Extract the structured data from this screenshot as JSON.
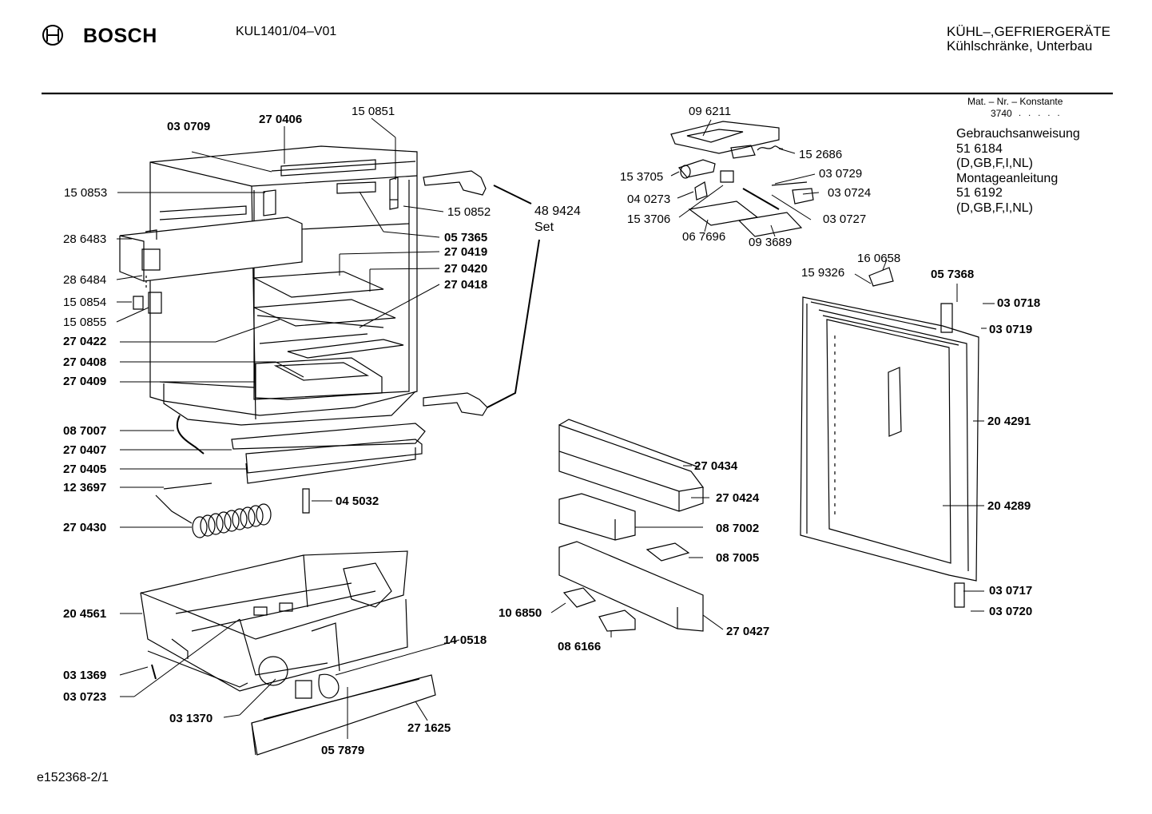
{
  "header": {
    "brand": "BOSCH",
    "model": "KUL1401/04–V01",
    "category_line1": "KÜHL–,GEFRIERGERÄTE",
    "category_line2": "Kühlschränke, Unterbau"
  },
  "side_info": {
    "mat_title": "Mat. – Nr. – Konstante",
    "mat_value": "3740",
    "mat_dots": ". . . . .",
    "manual_title": "Gebrauchsanweisung",
    "manual_number": "51 6184",
    "manual_langs": "(D,GB,F,I,NL)",
    "install_title": "Montageanleitung",
    "install_number": "51 6192",
    "install_langs": "(D,GB,F,I,NL)"
  },
  "footer": {
    "doc_id": "e152368-2/1"
  },
  "parts": {
    "p030709": "03 0709",
    "p270406": "27 0406",
    "p150851": "15 0851",
    "p150853": "15 0853",
    "p150852": "15 0852",
    "p286483": "28 6483",
    "p286484": "28 6484",
    "p150854": "15 0854",
    "p150855": "15 0855",
    "p057365": "05 7365",
    "p270419": "27 0419",
    "p270420": "27 0420",
    "p270418": "27 0418",
    "p270422": "27 0422",
    "p270408": "27 0408",
    "p270409": "27 0409",
    "p489424": "48 9424",
    "p489424set": "Set",
    "p087007": "08 7007",
    "p270407": "27 0407",
    "p270405": "27 0405",
    "p123697": "12 3697",
    "p045032": "04 5032",
    "p270430": "27 0430",
    "p204561": "20 4561",
    "p031369": "03 1369",
    "p030723": "03 0723",
    "p031370": "03 1370",
    "p140518": "14 0518",
    "p271625": "27 1625",
    "p057879": "05 7879",
    "p096211": "09 6211",
    "p152686": "15 2686",
    "p153705": "15 3705",
    "p030729": "03 0729",
    "p040273": "04 0273",
    "p030724": "03 0724",
    "p153706": "15 3706",
    "p030727": "03 0727",
    "p067696": "06 7696",
    "p093689": "09 3689",
    "p160658": "16 0658",
    "p159326": "15 9326",
    "p057368": "05 7368",
    "p030718": "03 0718",
    "p030719": "03 0719",
    "p204291": "20 4291",
    "p204289": "20 4289",
    "p030717": "03 0717",
    "p030720": "03 0720",
    "p270434": "27 0434",
    "p270424": "27 0424",
    "p087002": "08 7002",
    "p087005": "08 7005",
    "p106850": "10 6850",
    "p086166": "08 6166",
    "p270427": "27 0427"
  }
}
